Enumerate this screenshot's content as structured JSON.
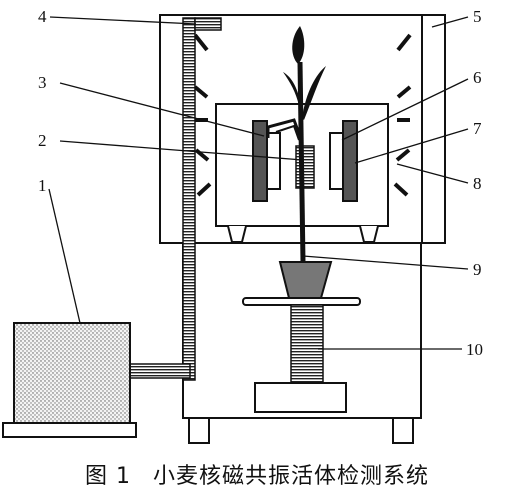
{
  "labels": {
    "l1": "1",
    "l2": "2",
    "l3": "3",
    "l4": "4",
    "l5": "5",
    "l6": "6",
    "l7": "7",
    "l8": "8",
    "l9": "9",
    "l10": "10"
  },
  "caption": {
    "figure": "图 1",
    "title": "小麦核磁共振活体检测系统"
  }
}
